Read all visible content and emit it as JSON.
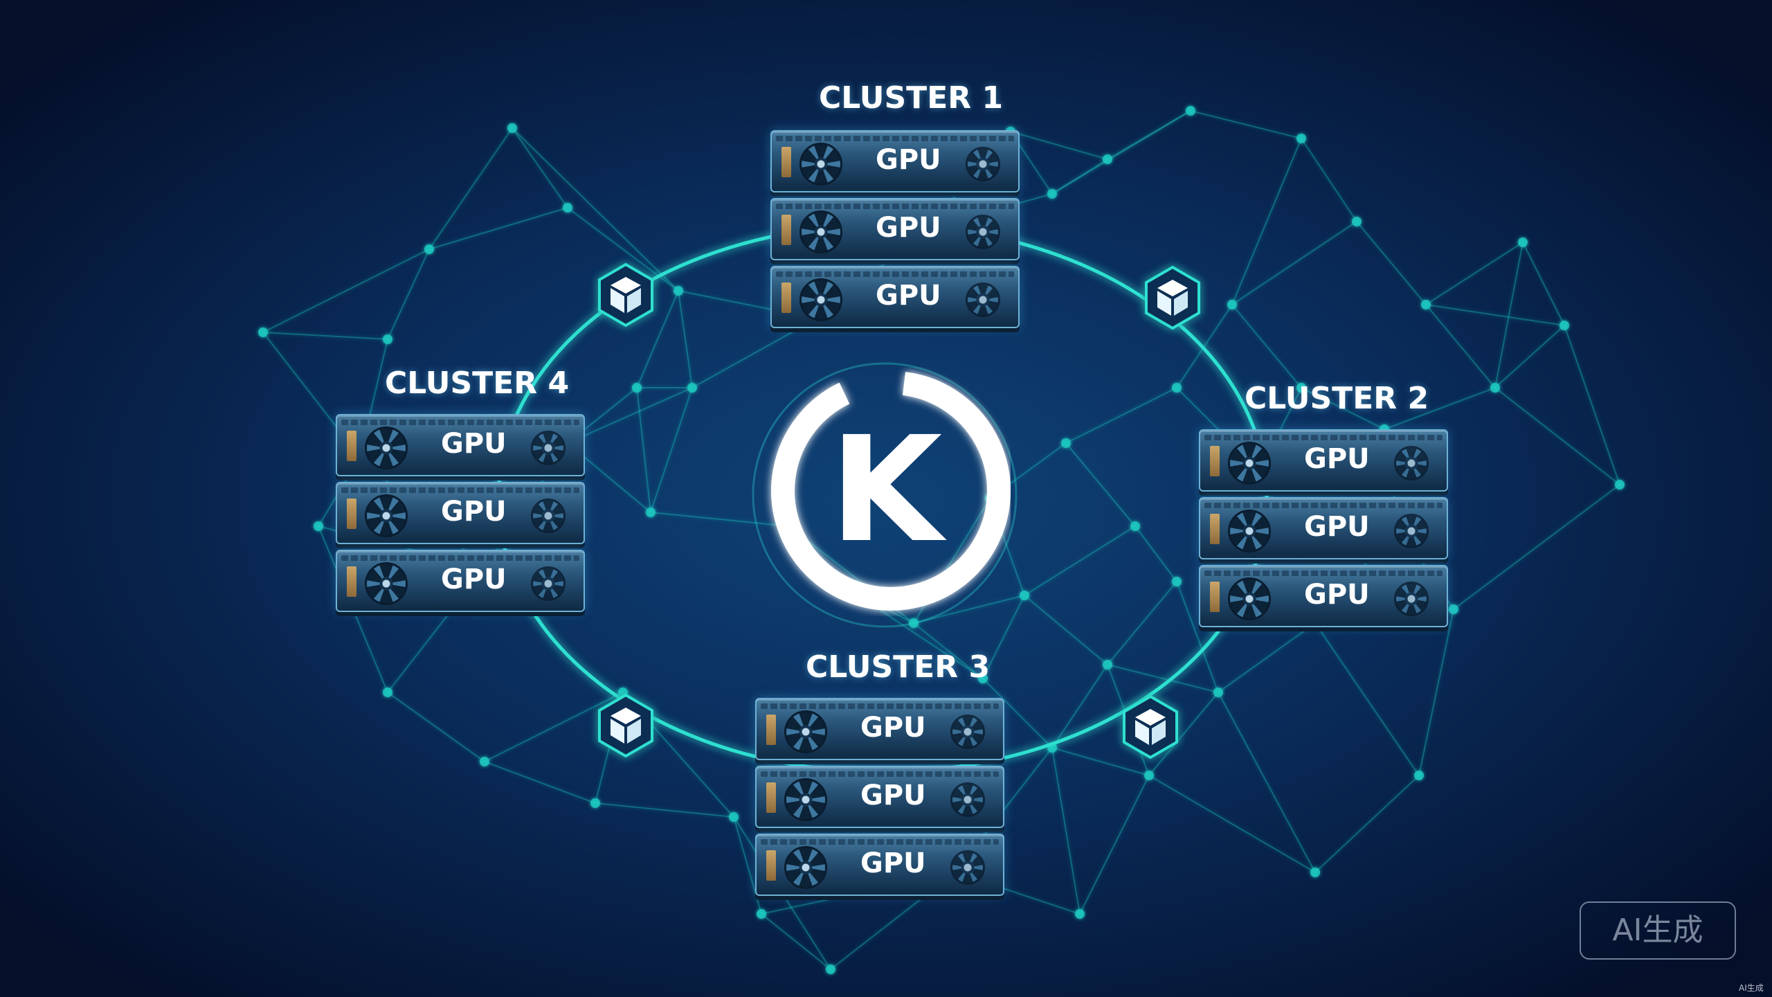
{
  "center_logo": {
    "letter": "K"
  },
  "clusters": [
    {
      "label": "CLUSTER 1",
      "gpus": [
        "GPU",
        "GPU",
        "GPU"
      ]
    },
    {
      "label": "CLUSTER 2",
      "gpus": [
        "GPU",
        "GPU",
        "GPU"
      ]
    },
    {
      "label": "CLUSTER 3",
      "gpus": [
        "GPU",
        "GPU",
        "GPU"
      ]
    },
    {
      "label": "CLUSTER 4",
      "gpus": [
        "GPU",
        "GPU",
        "GPU"
      ]
    }
  ],
  "connector_icon": "cube-icon",
  "watermark": {
    "large": "AI生成",
    "small": "AI生成"
  },
  "colors": {
    "background": "#061a40",
    "ring": "#2fe0d0",
    "network": "#1ec8c0",
    "logo": "#ffffff",
    "label": "#ffffff"
  }
}
